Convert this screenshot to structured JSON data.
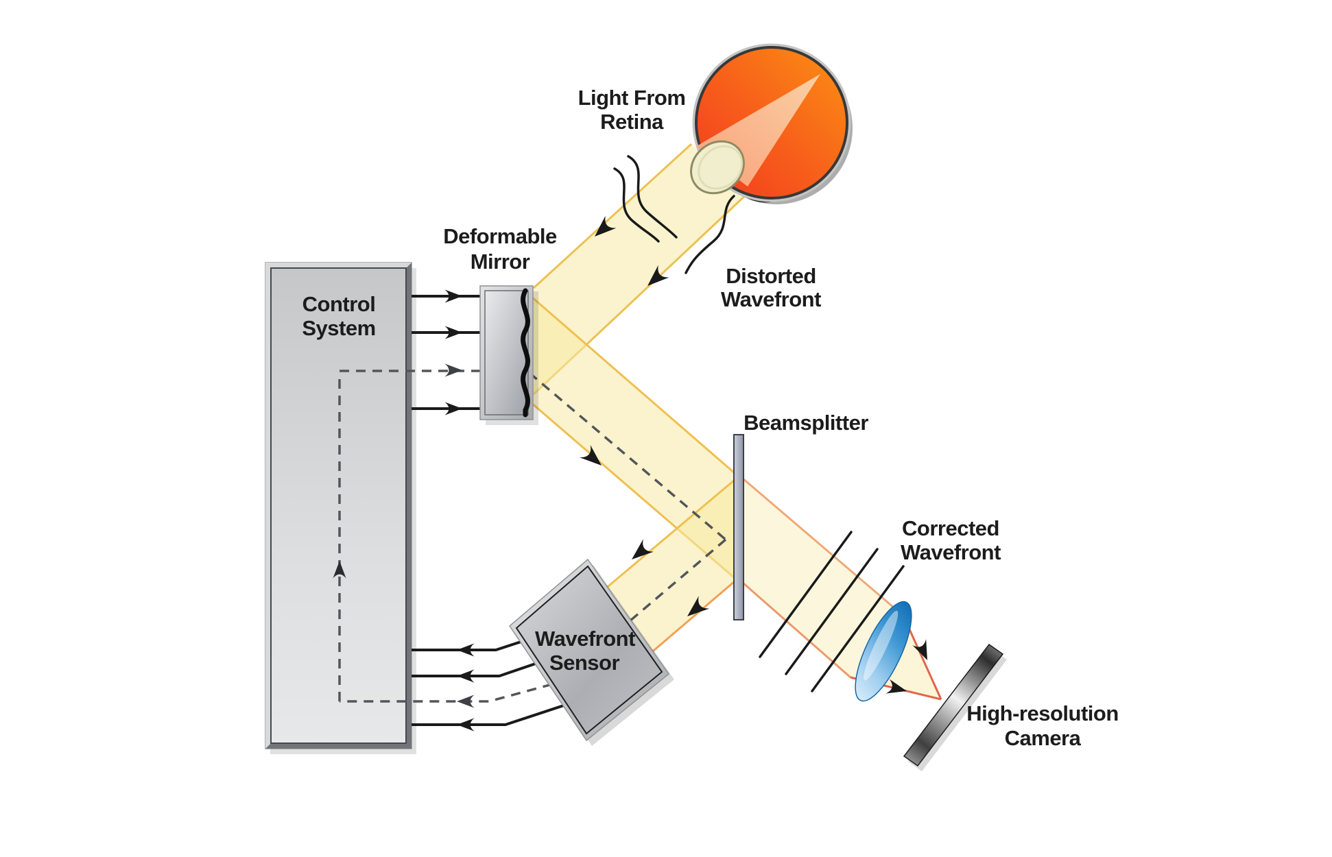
{
  "labels": {
    "light_from_retina": {
      "line1": "Light From",
      "line2": "Retina"
    },
    "distorted_wavefront": {
      "line1": "Distorted",
      "line2": "Wavefront"
    },
    "deformable_mirror": {
      "line1": "Deformable",
      "line2": "Mirror"
    },
    "control_system": {
      "line1": "Control",
      "line2": "System"
    },
    "beamsplitter": {
      "line1": "Beamsplitter"
    },
    "wavefront_sensor": {
      "line1": "Wavefront",
      "line2": "Sensor"
    },
    "corrected_wavefront": {
      "line1": "Corrected",
      "line2": "Wavefront"
    },
    "high_resolution_camera": {
      "line1": "High-resolution",
      "line2": "Camera"
    }
  },
  "colors": {
    "beam_fill": "#F6E9A4",
    "beam_edge_gold": "#ECC153",
    "beam_edge_salmon": "#EC9A6E",
    "cone_edge_red": "#E2654C",
    "eye_orange": "#FB9112",
    "eye_red": "#F1391F",
    "retina_cone": "#FACDA2",
    "pupil_cream": "#F1EECE",
    "lens_blue_dark": "#0F6CB4",
    "lens_blue_light": "#D6ECFA",
    "metal_light": "#E3E4E6",
    "metal_dark": "#A8AAAE",
    "dashed_feedback": "#54555A",
    "solid_line": "#1A1A1A"
  }
}
